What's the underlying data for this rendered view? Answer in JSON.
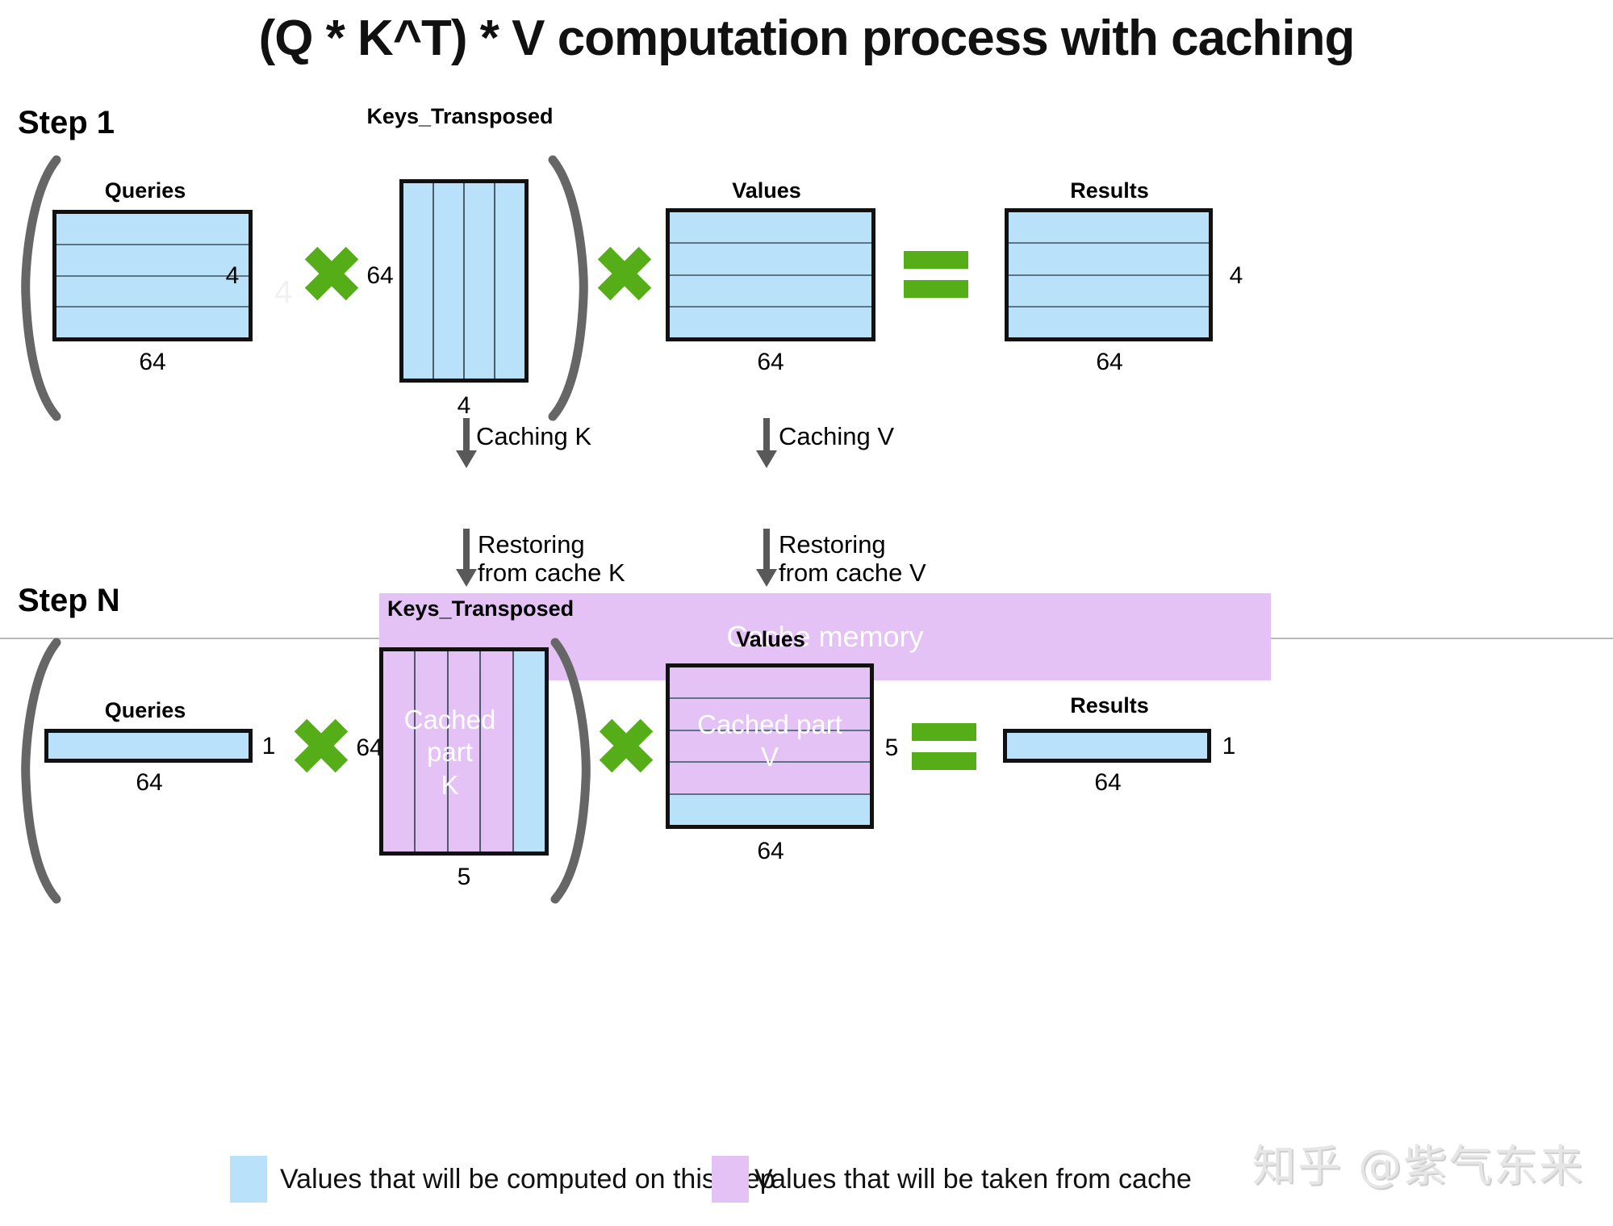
{
  "title": "(Q * K^T) * V computation process with caching",
  "steps": [
    {
      "label": "Step 1",
      "matrices": [
        {
          "name": "Queries",
          "caption": "Queries",
          "rows_dim": "4",
          "cols_dim": "64"
        },
        {
          "name": "Keys_Transposed",
          "caption": "Keys_Transposed",
          "rows_dim": "64",
          "cols_dim": "4"
        },
        {
          "name": "Values",
          "caption": "Values",
          "rows_dim": "",
          "cols_dim": "64"
        },
        {
          "name": "Results",
          "caption": "Results",
          "rows_dim": "4",
          "cols_dim": "64"
        }
      ],
      "operators": [
        "multiply",
        "multiply",
        "equals"
      ]
    },
    {
      "label": "Step N",
      "matrices": [
        {
          "name": "Queries",
          "caption": "Queries",
          "rows_dim": "1",
          "cols_dim": "64"
        },
        {
          "name": "Keys_Transposed",
          "caption": "Keys_Transposed",
          "rows_dim": "64",
          "cols_dim": "5",
          "overlay": "Cached\npart\nK"
        },
        {
          "name": "Values",
          "caption": "Values",
          "rows_dim": "5",
          "cols_dim": "64",
          "overlay": "Cached part\nV"
        },
        {
          "name": "Results",
          "caption": "Results",
          "rows_dim": "1",
          "cols_dim": "64"
        }
      ],
      "operators": [
        "multiply",
        "multiply",
        "equals"
      ]
    }
  ],
  "cache": {
    "bar_label": "Cache memory",
    "in_arrows": [
      {
        "label": "Caching K"
      },
      {
        "label": "Caching V"
      }
    ],
    "out_arrows": [
      {
        "label": "Restoring\nfrom cache K"
      },
      {
        "label": "Restoring\nfrom cache V"
      }
    ]
  },
  "legend": [
    {
      "swatch": "blue",
      "text": "Values that will be computed on this step",
      "color": "#b9e1fa"
    },
    {
      "swatch": "pink",
      "text": "Values that will be taken from cache",
      "color": "#e4c2f5"
    }
  ],
  "watermark": "知乎 @紫气东来",
  "ghost_digit": "4",
  "colors": {
    "compute_blue": "#b9e1fa",
    "cache_pink": "#e4c2f5",
    "operator_green": "#55ad18",
    "bracket_gray": "#666666",
    "arrow_gray": "#595959"
  }
}
